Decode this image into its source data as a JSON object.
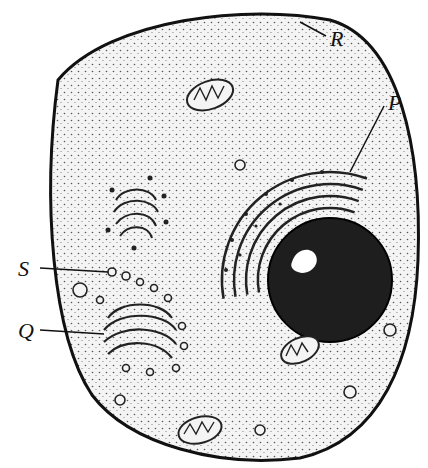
{
  "diagram": {
    "labels": [
      "R",
      "P",
      "S",
      "Q"
    ]
  }
}
